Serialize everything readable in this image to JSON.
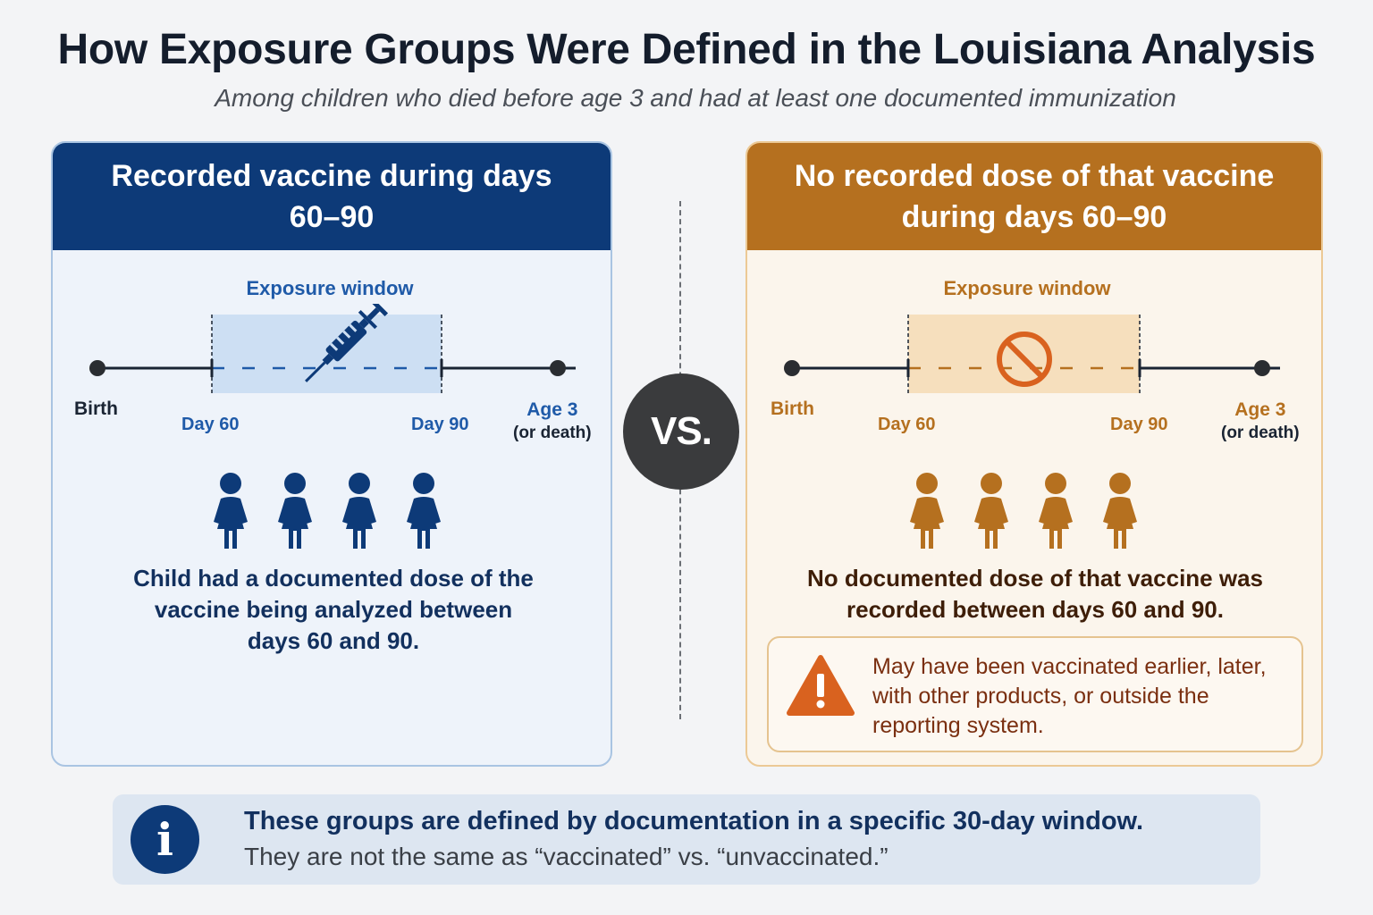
{
  "title": "How Exposure Groups Were Defined in the Louisiana Analysis",
  "subtitle": "Among children who died before age 3 and had at least one documented immunization",
  "colors": {
    "blue": "#0d3a78",
    "orange": "#b5701f",
    "warning": "#d9621f"
  },
  "left_panel": {
    "header": "Recorded vaccine during days 60–90",
    "window_label": "Exposure window",
    "timeline": {
      "birth": "Birth",
      "day_start": "Day 60",
      "day_end": "Day 90",
      "age": "Age 3",
      "age_note": "(or death)"
    },
    "window_icon": "syringe-icon",
    "people_count": 4,
    "description": "Child had a documented dose of the vaccine being analyzed between days 60 and 90."
  },
  "vs_label": "VS.",
  "right_panel": {
    "header": "No recorded dose of that vaccine during days 60–90",
    "window_label": "Exposure window",
    "timeline": {
      "birth": "Birth",
      "day_start": "Day 60",
      "day_end": "Day 90",
      "age": "Age 3",
      "age_note": "(or death)"
    },
    "window_icon": "prohibited-icon",
    "people_count": 4,
    "description": "No documented dose of that vaccine was recorded between days 60 and 90.",
    "warning": "May have been vaccinated earlier, later, with other products, or outside the reporting system."
  },
  "note": {
    "main": "These groups are defined by documentation in a specific 30-day window.",
    "sub": "They are not the same as “vaccinated” vs. “unvaccinated.”"
  }
}
